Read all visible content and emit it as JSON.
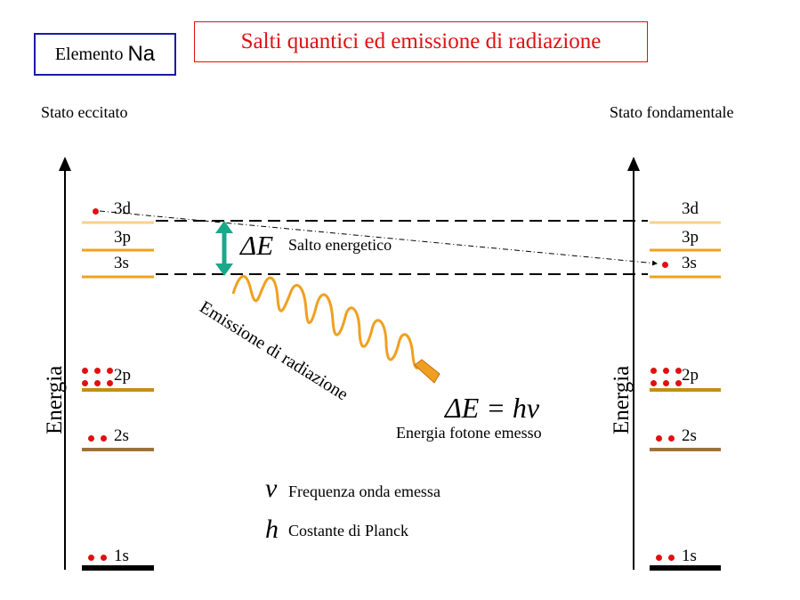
{
  "element_box": {
    "prefix": "Elemento",
    "symbol": "Na"
  },
  "title": "Salti quantici ed emissione di radiazione",
  "left_column": {
    "header": "Stato eccitato",
    "axis_label": "Energia"
  },
  "right_column": {
    "header": "Stato fondamentale",
    "axis_label": "Energia"
  },
  "levels": [
    "3d",
    "3p",
    "3s",
    "2p",
    "2s",
    "1s"
  ],
  "delta_e_symbol": "ΔE",
  "salto_label": "Salto energetico",
  "emission_label": "Emissione di radiazione",
  "formula": "ΔE = hν",
  "formula_caption": "Energia fotone emesso",
  "legend": [
    {
      "symbol": "ν",
      "text": "Frequenza onda emessa"
    },
    {
      "symbol": "h",
      "text": "Costante di Planck"
    }
  ],
  "colors": {
    "title": "#e01010",
    "element_box_border": "#1a1aa8",
    "level_3d": "#f8d090",
    "level_3p_3s": "#f0a020",
    "level_2p": "#c09010",
    "level_2s": "#a0703a",
    "level_1s": "#000000",
    "electron": "#e01010",
    "photon_wave": "#f0a020",
    "delta_e_arrow": "#1aa88a"
  }
}
